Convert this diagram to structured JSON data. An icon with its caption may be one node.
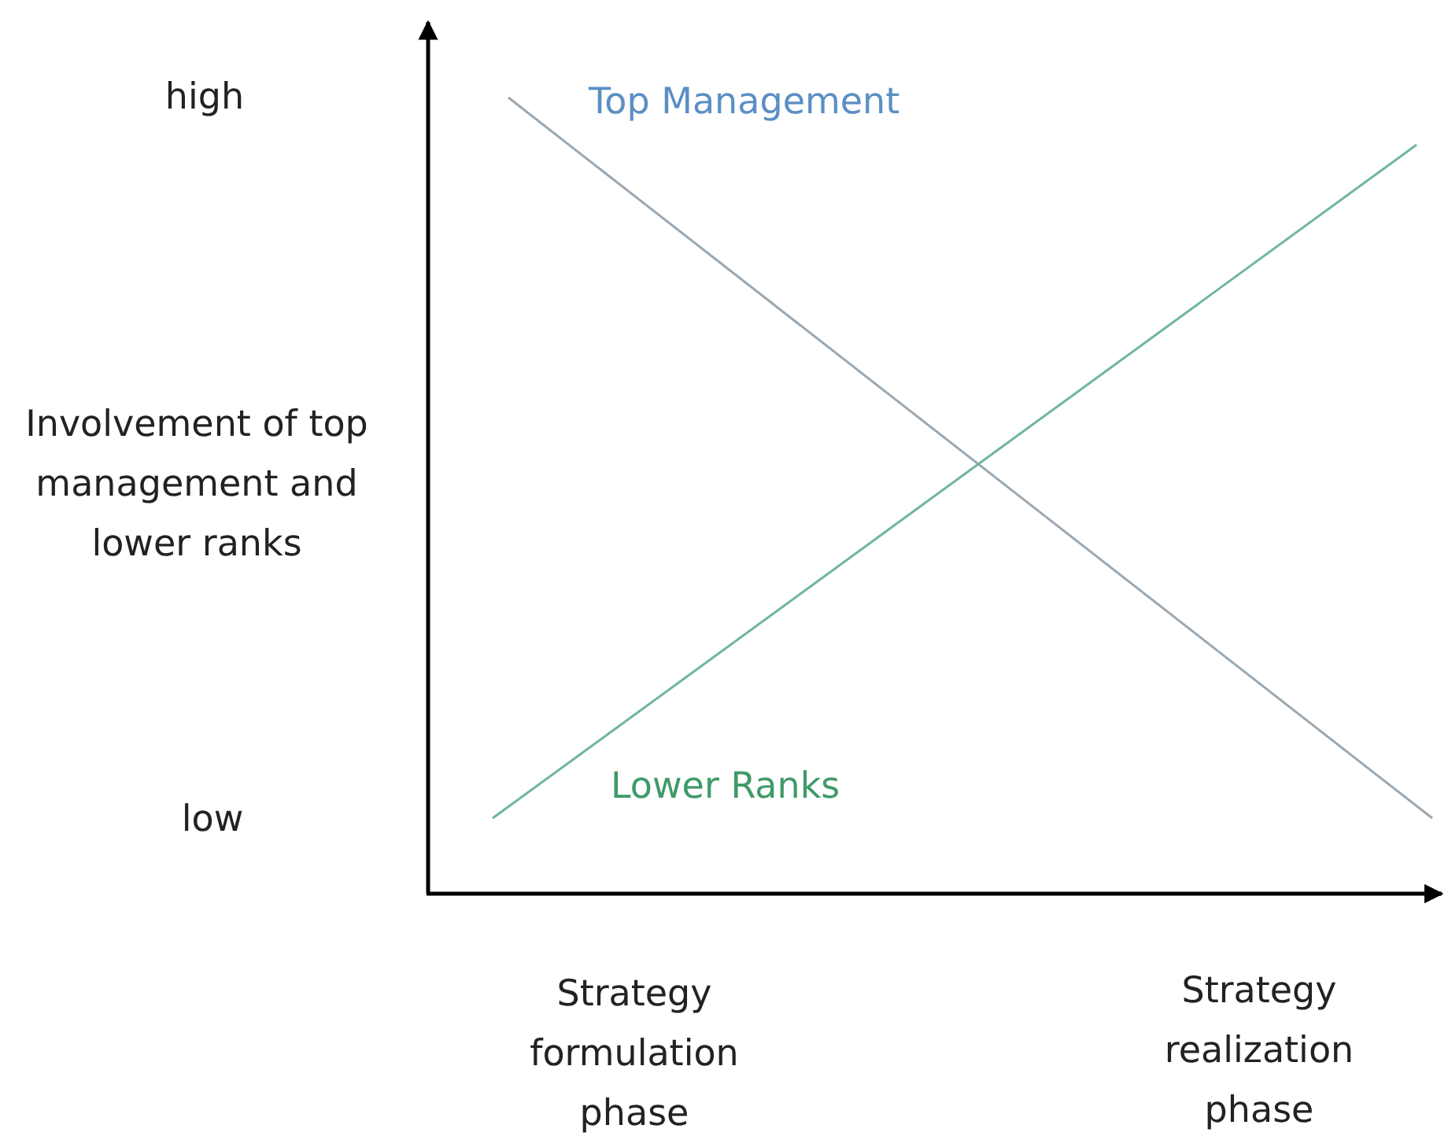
{
  "diagram": {
    "labels": [
      "high",
      "Top Management",
      "Involvement of top management and lower ranks",
      "low",
      "Lower Ranks",
      "Strategy formulation phase",
      "Strategy realization phase"
    ]
  }
}
